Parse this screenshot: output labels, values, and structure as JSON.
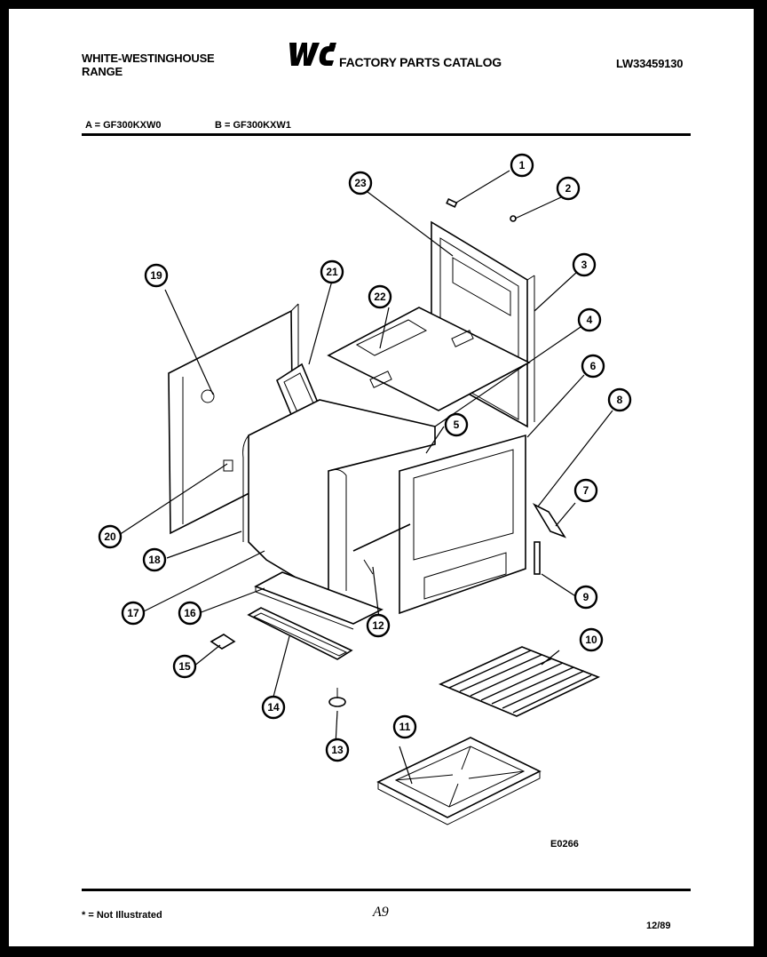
{
  "header": {
    "brand_line1": "WHITE-WESTINGHOUSE",
    "brand_line2": "RANGE",
    "logo_text": "WCI",
    "catalog_title": "FACTORY PARTS CATALOG",
    "catalog_number": "LW33459130"
  },
  "models": {
    "a": "A = GF300KXW0",
    "b": "B = GF300KXW1"
  },
  "diagram": {
    "code": "E0266",
    "callouts": [
      "1",
      "2",
      "3",
      "4",
      "5",
      "6",
      "7",
      "8",
      "9",
      "10",
      "11",
      "12",
      "13",
      "14",
      "15",
      "16",
      "17",
      "18",
      "19",
      "20",
      "21",
      "22",
      "23"
    ]
  },
  "footer": {
    "note": "* = Not Illustrated",
    "page": "A9",
    "date": "12/89"
  }
}
